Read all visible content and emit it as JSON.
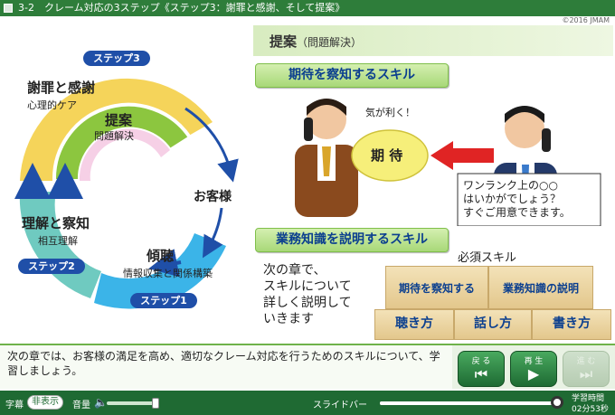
{
  "header": {
    "title": "3-2　クレーム対応の3ステップ《ステップ3：謝罪と感謝、そして提案》",
    "copyright": "©2016 JMAM"
  },
  "cycle": {
    "step3": "ステップ3",
    "step2": "ステップ2",
    "step1": "ステップ1",
    "apology_title": "謝罪と感謝",
    "apology_sub": "心理的ケア",
    "proposal_title": "提案",
    "proposal_sub": "問題解決",
    "understand_title": "理解と察知",
    "understand_sub": "相互理解",
    "listen_title": "傾聴",
    "listen_sub": "情報収集と関係構築",
    "customer": "お客様",
    "colors": {
      "yellow": "#f5d45a",
      "green": "#8cc63f",
      "teal": "#6fcac0",
      "blue": "#3bb4e8",
      "pill": "#1f4fa8",
      "arrow": "#1f4fa8"
    }
  },
  "right": {
    "section_title": "提案",
    "section_sub": "（問題解決）",
    "skill_anticipate": "期待を察知するスキル",
    "skill_explain": "業務知識を説明するスキル",
    "speech_notice": "気が利く！",
    "expectation": "期 待",
    "speech_customer_line1": "ワンランク上の○○",
    "speech_customer_line2": "はいかがでしょう？",
    "speech_customer_line3": "すぐご用意できます。",
    "next_text": "次の章で、\nスキルについて\n詳しく説明して\nいきます",
    "required_skills": "必須スキル",
    "box_anticipate": "期待を察知する",
    "box_knowledge": "業務知識の説明",
    "box_listen": "聴き方",
    "box_speak": "話し方",
    "box_write": "書き方"
  },
  "caption": {
    "text": "次の章では、お客様の満足を高め、適切なクレーム対応を行うためのスキルについて、学習しましょう。"
  },
  "nav": {
    "back": "戻 る",
    "play": "再 生",
    "next": "進 む",
    "back_icon": "skip-back-icon",
    "play_icon": "play-icon",
    "next_icon": "skip-forward-icon"
  },
  "footer": {
    "caption_label": "字幕",
    "caption_toggle": "非表示",
    "volume_label": "音量",
    "volume_level": 0.85,
    "slide_label": "スライドバー",
    "slide_progress": 1.0,
    "time_label": "学習時間",
    "time_value": "02分53秒"
  }
}
